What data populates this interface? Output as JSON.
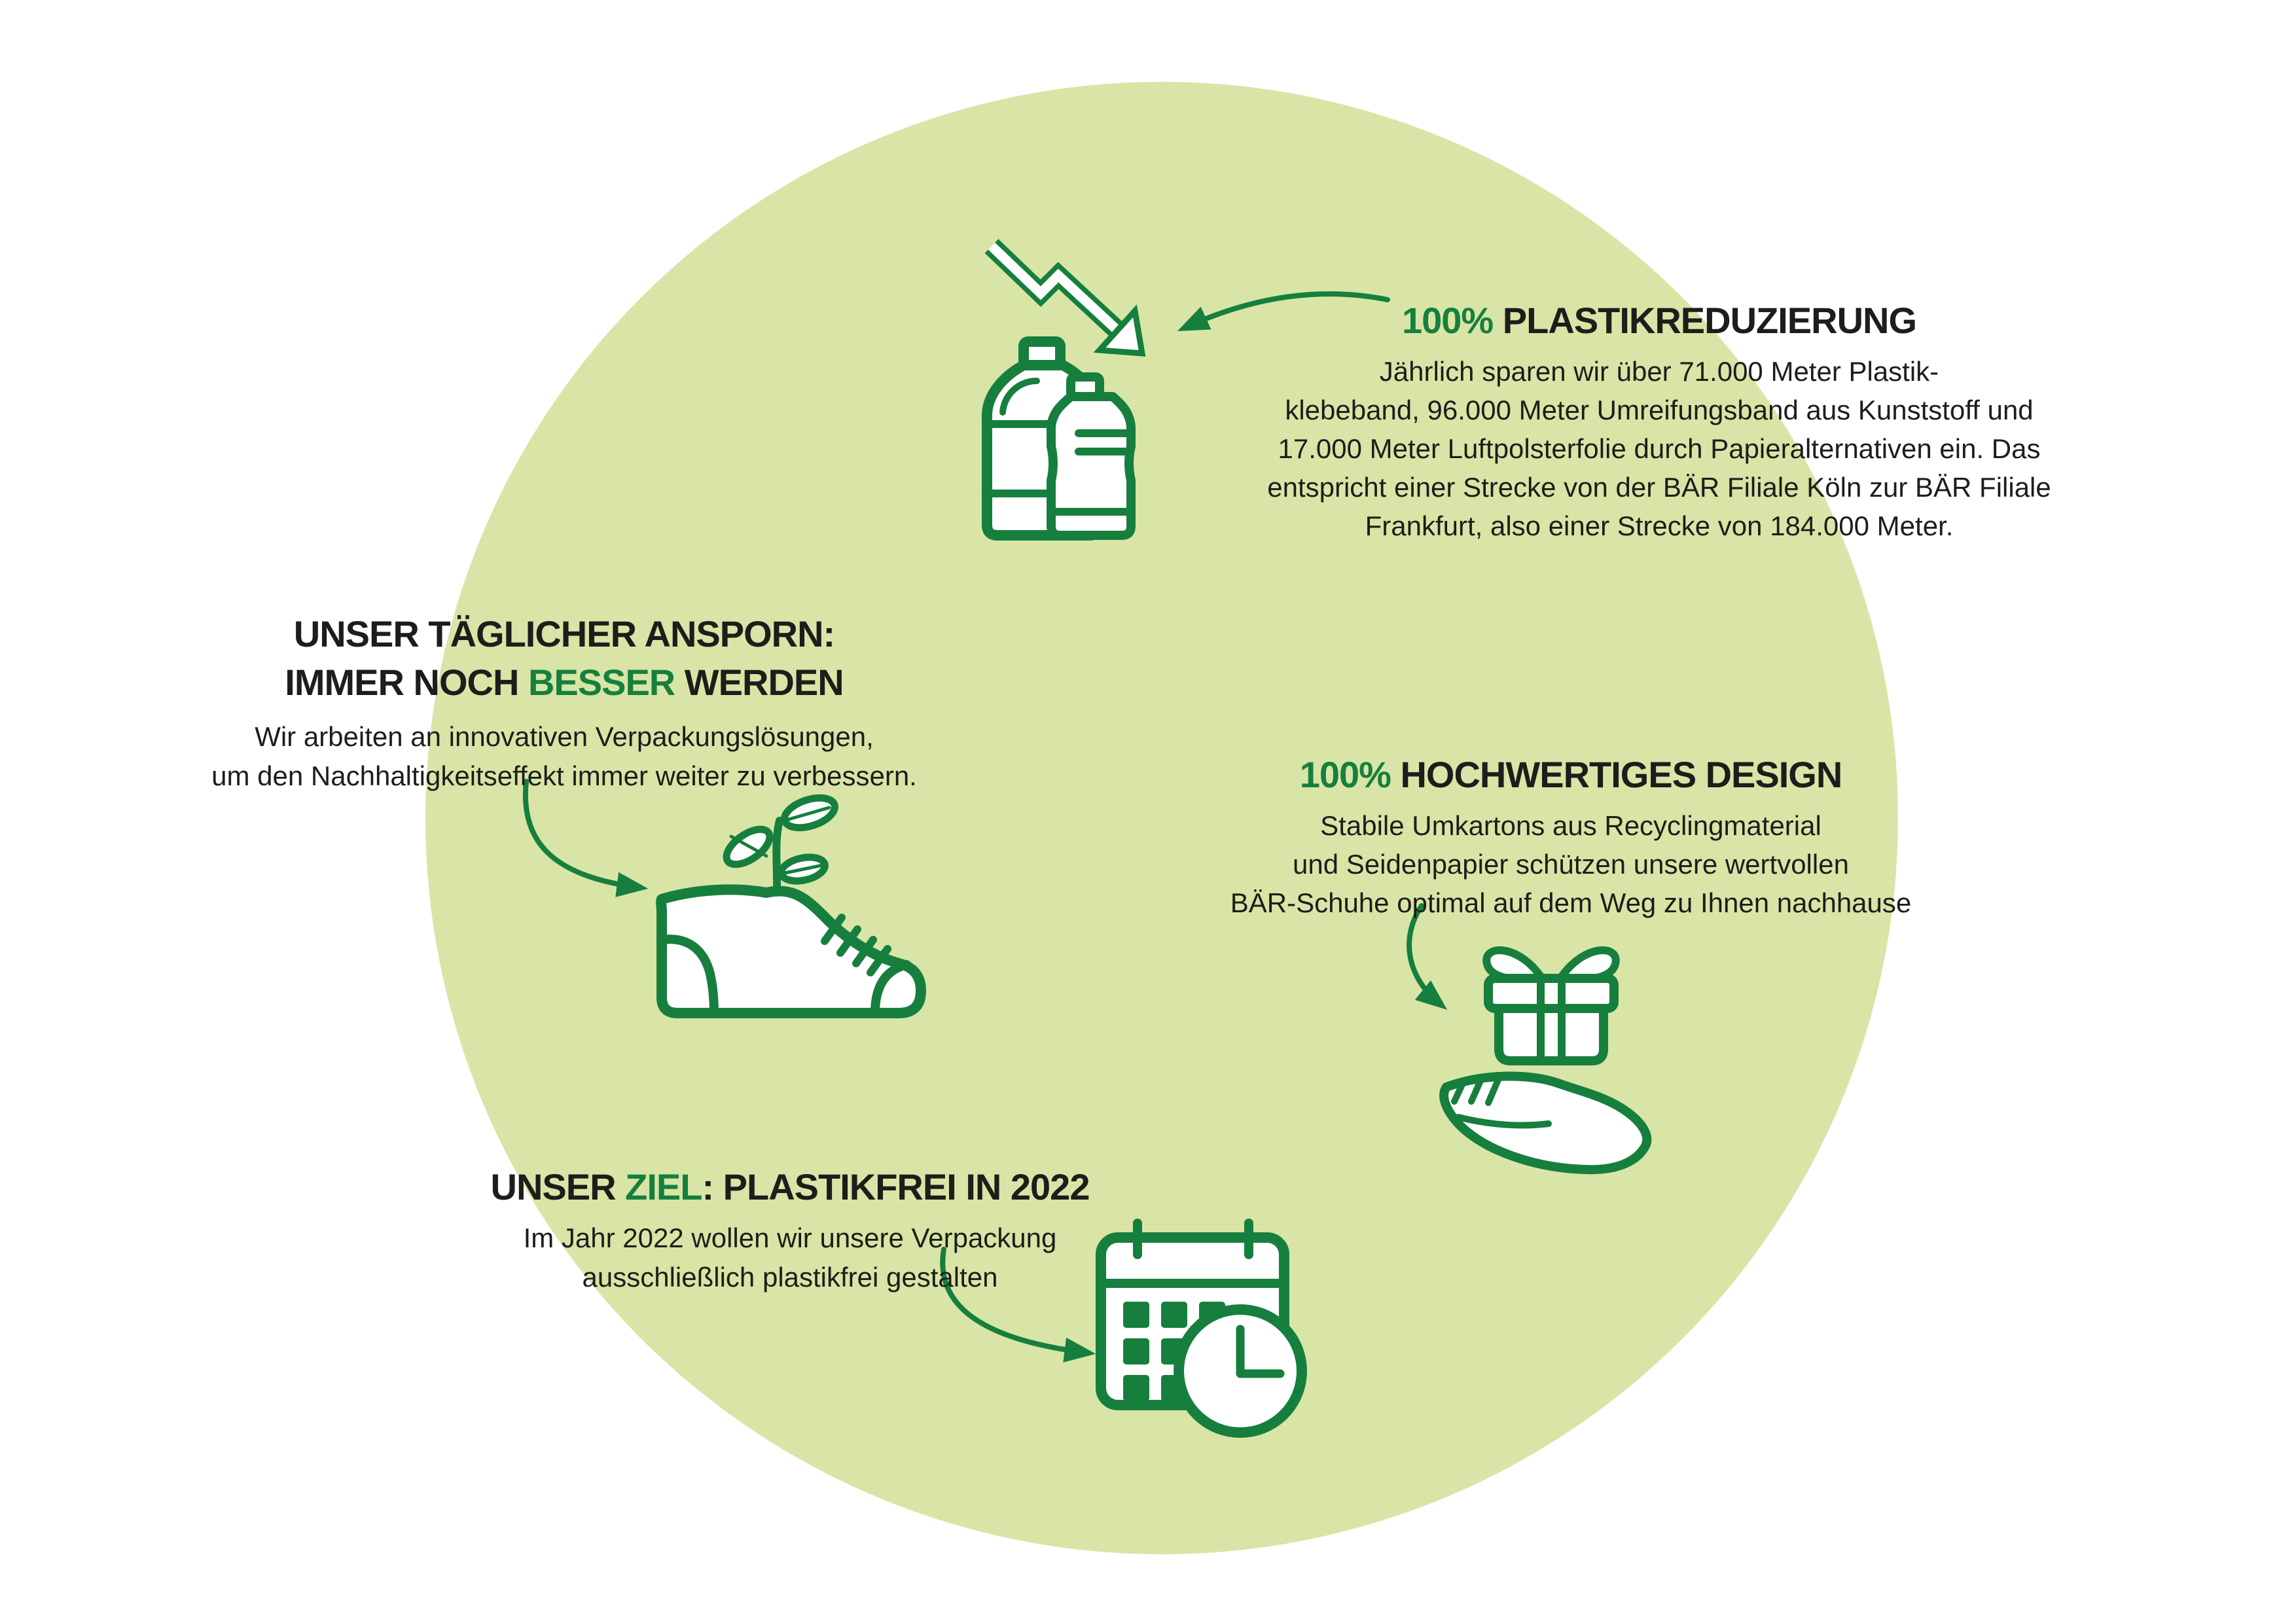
{
  "title": "BÄR Schuhe Nachhaltigkeits-Infografik Verpackung",
  "colors": {
    "accent_green": "#167f3e",
    "text_black": "#1d1d1b",
    "circle_bg": "#d8e5a6",
    "background": "#ffffff",
    "icon_fill": "#ffffff"
  },
  "blocks": {
    "plastic_reduction": {
      "heading_accent": "100%",
      "heading_rest": " PLASTIKREDUZIERUNG",
      "body": [
        "Jährlich sparen wir über 71.000 Meter Plastik-",
        "klebeband,  96.000 Meter Umreifungsband aus Kunststoff und",
        "17.000 Meter Luftpolsterfolie durch Papieralternativen ein. Das",
        "entspricht einer Strecke von der BÄR Filiale Köln zur BÄR Filiale",
        "Frankfurt, also einer Strecke von 184.000 Meter."
      ]
    },
    "daily_motivation": {
      "heading_line1": "UNSER TÄGLICHER ANSPORN:",
      "heading_line2_prefix": "IMMER NOCH ",
      "heading_line2_accent": "BESSER",
      "heading_line2_suffix": " WERDEN",
      "body": [
        "Wir arbeiten an innovativen Verpackungslösungen,",
        "um den Nachhaltigkeitseffekt immer weiter zu verbessern."
      ]
    },
    "design": {
      "heading_accent": "100%",
      "heading_rest": " HOCHWERTIGES DESIGN",
      "body": [
        "Stabile Umkartons aus Recyclingmaterial",
        "und Seidenpapier schützen unsere wertvollen",
        "BÄR-Schuhe optimal auf dem Weg zu Ihnen nachhause"
      ]
    },
    "goal": {
      "heading_prefix": "UNSER ",
      "heading_accent": "ZIEL",
      "heading_suffix": ": PLASTIKFREI IN 2022",
      "body": [
        "Im Jahr 2022 wollen wir unsere Verpackung",
        "ausschließlich plastikfrei gestalten"
      ]
    }
  },
  "icons": {
    "trend_down_arrow": "zigzag arrow pointing down-right",
    "plastic_bottles": "two plastic bottles outline",
    "sneaker_sprout": "sneaker with plant sprout growing out",
    "gift_on_hand": "gift box floating over open hand",
    "calendar_clock": "calendar with clock overlay",
    "connector_arrows": "thin curved green arrows linking text to icons"
  }
}
